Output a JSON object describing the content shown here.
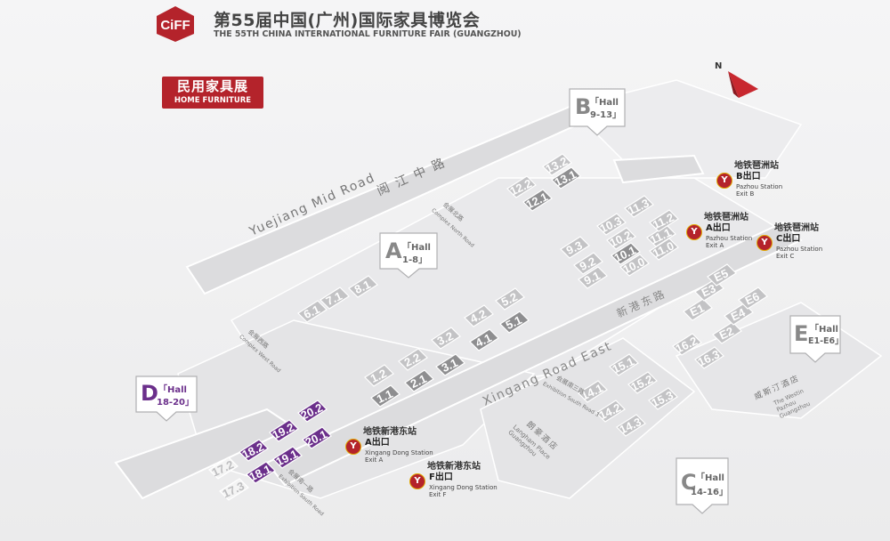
{
  "header": {
    "logo_text": "CiFF",
    "title_cn": "第55届中国(广州)国际家具博览会",
    "title_en": "THE 55TH CHINA INTERNATIONAL FURNITURE FAIR (GUANGZHOU)"
  },
  "badge": {
    "cn": "民用家具展",
    "en": "HOME FURNITURE"
  },
  "compass": {
    "label": "N"
  },
  "zones": [
    {
      "id": "A",
      "letter": "A",
      "word": "「Hall",
      "range": "1-8」"
    },
    {
      "id": "B",
      "letter": "B",
      "word": "「Hall",
      "range": "9-13」"
    },
    {
      "id": "C",
      "letter": "C",
      "word": "「Hall",
      "range": "14-16」"
    },
    {
      "id": "D",
      "letter": "D",
      "word": "「Hall",
      "range": "18-20」"
    },
    {
      "id": "E",
      "letter": "E",
      "word": "「Hall",
      "range": "E1-E6」"
    }
  ],
  "roads": [
    {
      "id": "yuejiang",
      "text": "Yuejiang Mid Road"
    },
    {
      "id": "yuejiang-cn",
      "text": "阅 江 中 路"
    },
    {
      "id": "xingang",
      "text": "Xingang Road East"
    },
    {
      "id": "xingang-cn",
      "text": "新港东路"
    },
    {
      "id": "west",
      "text": "会展西路"
    },
    {
      "id": "west-en",
      "text": "Complex West Road"
    },
    {
      "id": "north",
      "text": "会展北路"
    },
    {
      "id": "north-en",
      "text": "Complex North Road"
    },
    {
      "id": "south",
      "text": "会展南一路"
    },
    {
      "id": "south-en",
      "text": "Exhibition South Road"
    },
    {
      "id": "south2",
      "text": "会展南三路"
    },
    {
      "id": "south2-en",
      "text": "Exhibition South Road 3"
    },
    {
      "id": "langham",
      "text": "朗豪酒店"
    },
    {
      "id": "langham-en",
      "text": "Langham Place Guangzhou"
    },
    {
      "id": "westin",
      "text": "威斯汀酒店"
    },
    {
      "id": "westin-en",
      "text": "The Westin Pazhou Guangzhou"
    }
  ],
  "stations": [
    {
      "id": "pazhou-b",
      "cn": "地铁琶洲站",
      "exit_cn": "B出口",
      "en": "Pazhou Station",
      "exit_en": "Exit B"
    },
    {
      "id": "pazhou-a",
      "cn": "地铁琶洲站",
      "exit_cn": "A出口",
      "en": "Pazhou Station",
      "exit_en": "Exit A"
    },
    {
      "id": "pazhou-c",
      "cn": "地铁琶洲站",
      "exit_cn": "C出口",
      "en": "Pazhou Station",
      "exit_en": "Exit C"
    },
    {
      "id": "xingang-a",
      "cn": "地铁新港东站",
      "exit_cn": "A出口",
      "en": "Xingang Dong Station",
      "exit_en": "Exit A"
    },
    {
      "id": "xingang-f",
      "cn": "地铁新港东站",
      "exit_cn": "F出口",
      "en": "Xingang Dong Station",
      "exit_en": "Exit F"
    }
  ],
  "metro_icon": "Y",
  "halls": [
    {
      "label": "6.1",
      "tone": "light"
    },
    {
      "label": "7.1",
      "tone": "light"
    },
    {
      "label": "8.1",
      "tone": "light"
    },
    {
      "label": "1.1",
      "tone": "dark"
    },
    {
      "label": "1.2",
      "tone": "light"
    },
    {
      "label": "2.1",
      "tone": "dark"
    },
    {
      "label": "2.2",
      "tone": "light"
    },
    {
      "label": "3.1",
      "tone": "dark"
    },
    {
      "label": "3.2",
      "tone": "light"
    },
    {
      "label": "4.1",
      "tone": "dark"
    },
    {
      "label": "4.2",
      "tone": "light"
    },
    {
      "label": "5.1",
      "tone": "dark"
    },
    {
      "label": "5.2",
      "tone": "light"
    },
    {
      "label": "12.1",
      "tone": "dark"
    },
    {
      "label": "12.2",
      "tone": "light"
    },
    {
      "label": "13.1",
      "tone": "dark"
    },
    {
      "label": "13.2",
      "tone": "light"
    },
    {
      "label": "9.1",
      "tone": "light"
    },
    {
      "label": "9.2",
      "tone": "light"
    },
    {
      "label": "9.3",
      "tone": "light"
    },
    {
      "label": "10.0",
      "tone": "light"
    },
    {
      "label": "10.1",
      "tone": "dark"
    },
    {
      "label": "10.2",
      "tone": "light"
    },
    {
      "label": "10.3",
      "tone": "light"
    },
    {
      "label": "11.0",
      "tone": "light"
    },
    {
      "label": "11.1",
      "tone": "light"
    },
    {
      "label": "11.2",
      "tone": "light"
    },
    {
      "label": "11.3",
      "tone": "light"
    },
    {
      "label": "E1",
      "tone": "light"
    },
    {
      "label": "E2",
      "tone": "light"
    },
    {
      "label": "E3",
      "tone": "light"
    },
    {
      "label": "E4",
      "tone": "light"
    },
    {
      "label": "E5",
      "tone": "light"
    },
    {
      "label": "E6",
      "tone": "light"
    },
    {
      "label": "14.1",
      "tone": "light"
    },
    {
      "label": "14.2",
      "tone": "light"
    },
    {
      "label": "14.3",
      "tone": "light"
    },
    {
      "label": "15.1",
      "tone": "light"
    },
    {
      "label": "15.2",
      "tone": "light"
    },
    {
      "label": "15.3",
      "tone": "light"
    },
    {
      "label": "16.2",
      "tone": "light"
    },
    {
      "label": "16.3",
      "tone": "light"
    },
    {
      "label": "17.2",
      "tone": "white"
    },
    {
      "label": "17.3",
      "tone": "white"
    },
    {
      "label": "18.1",
      "tone": "purple"
    },
    {
      "label": "18.2",
      "tone": "purple"
    },
    {
      "label": "19.1",
      "tone": "purple"
    },
    {
      "label": "19.2",
      "tone": "purple"
    },
    {
      "label": "20.1",
      "tone": "purple"
    },
    {
      "label": "20.2",
      "tone": "purple"
    }
  ],
  "colors": {
    "brand_red": "#b4232b",
    "purple_hall": "#6b2f8b",
    "dark_hall": "#8e8e90",
    "light_hall": "#c3c3c5",
    "white_hall": "#f4f4f4",
    "road": "#e2e2e4"
  }
}
